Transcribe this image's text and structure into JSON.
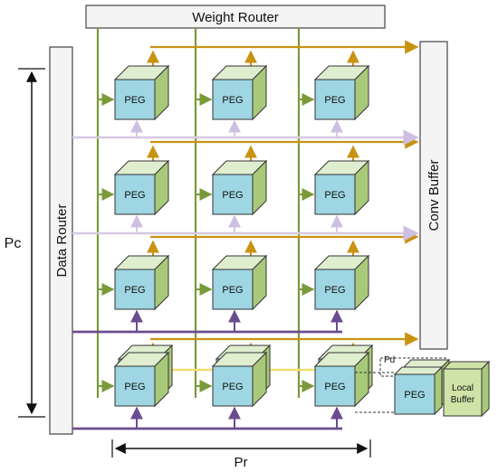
{
  "labels": {
    "weight_router": "Weight  Router",
    "data_router": "Data Router",
    "conv_buffer": "Conv Buffer",
    "pc": "Pc",
    "pr": "Pr",
    "pd": "Pd",
    "peg": "PEG",
    "local_buffer_line1": "Local",
    "local_buffer_line2": "Buffer"
  },
  "grid": {
    "rows": 4,
    "cols": 3
  },
  "colors": {
    "weight_line": "#7a9a3a",
    "output_line": "#c99312",
    "data_line_light": "#d5c9e0",
    "data_line_dark": "#6b4c8f",
    "data_arrow_light": "#cdbfe0",
    "yellow_link": "#f2e06e",
    "cube_front": "#9fd6e3",
    "cube_top": "#dfeecf",
    "cube_side": "#a9c97a",
    "local_buffer": "#cfe3a8",
    "router_fill": "#f4f4f4",
    "router_stroke": "#444444"
  },
  "icons": [
    "arrow-icon"
  ]
}
